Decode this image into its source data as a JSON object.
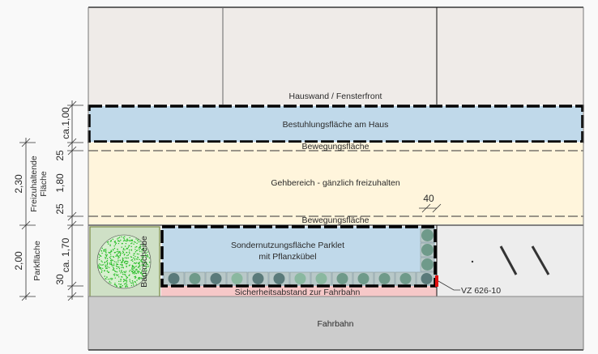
{
  "zones": {
    "house_wall": "Hauswand / Fensterfront",
    "seating_house": "Bestuhlungsfläche am Haus",
    "movement_top": "Bewegungsfläche",
    "walkway": "Gehbereich - gänzlich freizuhalten",
    "movement_bottom": "Bewegungsfläche",
    "parklet_line1": "Sondernutzungsfläche Parklet",
    "parklet_line2": "mit Pflanzkübel",
    "safety": "Sicherheitsabstand zur Fahrbahn",
    "road": "Fahrbahn",
    "tree_pit": "Baumscheibe",
    "sign": "VZ 626-10"
  },
  "dimensions": {
    "ca_100": "ca.1,00",
    "d25_top": "25",
    "d180": "1,80",
    "d25_bottom": "25",
    "d230": "2,30",
    "free_area": "Freizuhaltende",
    "free_area2": "Fläche",
    "ca_170": "ca. 1,70",
    "d30": "30",
    "d200": "2,00",
    "parking": "Parkfläche",
    "d40": "40"
  },
  "colors": {
    "building": "#efebe8",
    "seating": "#c0d9ea",
    "walkway": "#fff5dc",
    "parking": "#ededed",
    "safety": "#f6c8c8",
    "road": "#cccccc",
    "tree_pit": "#cfe0c6",
    "tree": "#22bb22",
    "sign": "#e01010"
  }
}
